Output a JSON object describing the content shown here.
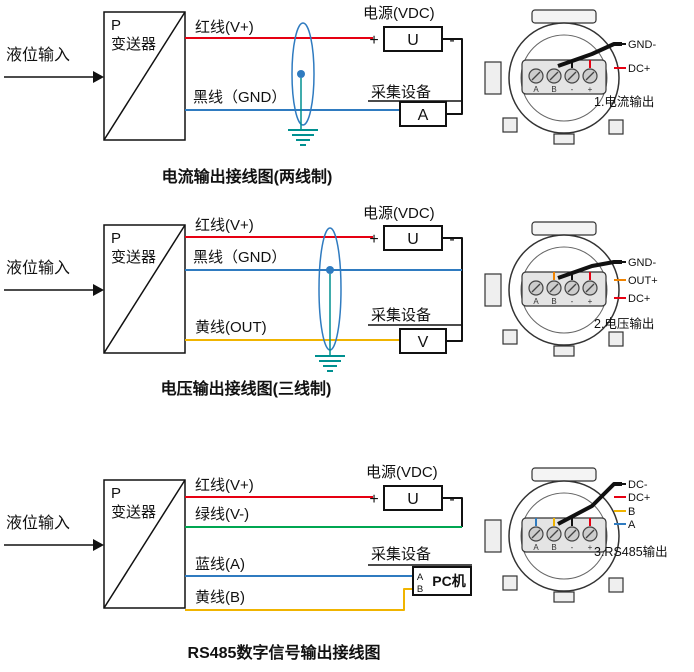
{
  "colors": {
    "red": "#e60012",
    "blue": "#2f7bc0",
    "yellow": "#f0b400",
    "green": "#00a651",
    "teal": "#009090",
    "black": "#111111"
  },
  "shared": {
    "input_label": "液位输入",
    "transmitter_p": "P",
    "transmitter_name": "变送器",
    "power_label": "电源(VDC)",
    "plus": "+",
    "minus": "-",
    "u": "U",
    "device_label": "采集设备",
    "head_terminals": [
      "A",
      "B",
      "-",
      "+"
    ]
  },
  "section1": {
    "wire_red": "红线(V+)",
    "wire_black": "黑线（GND）",
    "device_box": "A",
    "caption": "电流输出接线图(两线制)",
    "head_labels": [
      "GND-",
      "DC+"
    ],
    "lead_colors": [
      "#111111",
      "#e60012"
    ],
    "head_caption": "1.电流输出"
  },
  "section2": {
    "wire_red": "红线(V+)",
    "wire_black": "黑线（GND）",
    "wire_yellow": "黄线(OUT)",
    "device_box": "V",
    "caption": "电压输出接线图(三线制)",
    "head_labels": [
      "GND-",
      "OUT+",
      "DC+"
    ],
    "lead_colors": [
      "#111111",
      "#f08300",
      "#e60012"
    ],
    "head_caption": "2.电压输出"
  },
  "section3": {
    "wire_red": "红线(V+)",
    "wire_green": "绿线(V-)",
    "wire_blue": "蓝线(A)",
    "wire_yellow": "黄线(B)",
    "pc_label": "PC机",
    "pc_a": "A",
    "pc_b": "B",
    "caption": "RS485数字信号输出接线图",
    "head_labels": [
      "DC-",
      "DC+",
      "B",
      "A"
    ],
    "lead_colors": [
      "#111111",
      "#e60012",
      "#f0b400",
      "#2f7bc0"
    ],
    "head_caption": "3.RS485输出"
  }
}
